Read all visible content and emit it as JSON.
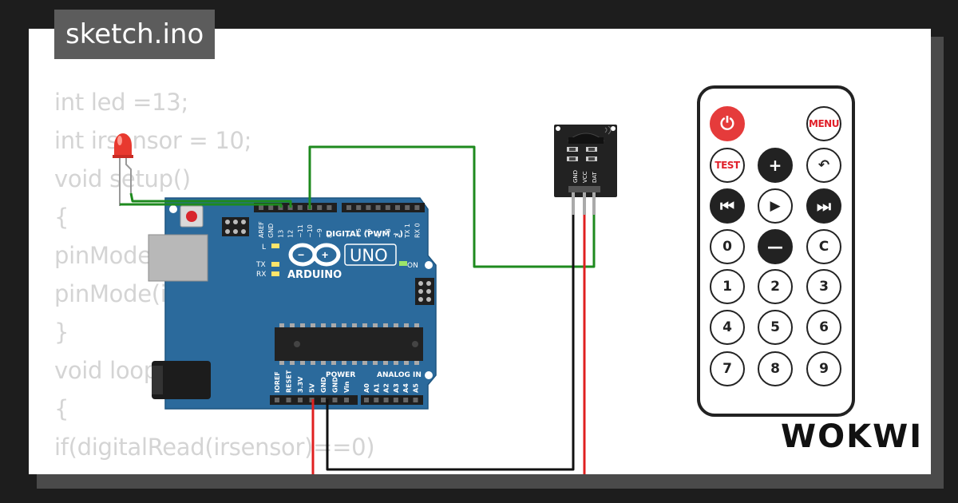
{
  "tab": {
    "title": "sketch.ino"
  },
  "code_lines": [
    "int led =13;",
    "int irsensor = 10;",
    "void setup()",
    "{",
    "pinMode(led, OUTPUT);",
    "pinMode(irsensor, INPUT);",
    "}",
    "void loop()",
    "{",
    "if(digitalRead(irsensor)==0)",
    "{"
  ],
  "board": {
    "logo": "ARDUINO",
    "model": "UNO",
    "digital_label": "DIGITAL (PWM ~)",
    "power_label": "POWER",
    "analog_label": "ANALOG IN",
    "on_label": "ON",
    "l_label": "L",
    "tx_label": "TX",
    "rx_label": "RX",
    "top_pins": [
      "AREF",
      "GND",
      "13",
      "12",
      "~11",
      "~10",
      "~9",
      "8",
      "7",
      "~6",
      "~5",
      "4",
      "~3",
      "2",
      "TX 1",
      "RX 0"
    ],
    "bottom_pins": [
      "IOREF",
      "RESET",
      "3.3V",
      "5V",
      "GND",
      "GND",
      "Vin",
      "A0",
      "A1",
      "A2",
      "A3",
      "A4",
      "A5"
    ]
  },
  "sensor": {
    "pins": [
      "GND",
      "VCC",
      "DAT"
    ]
  },
  "remote": {
    "buttons": [
      {
        "label": "⏻",
        "style": "red",
        "name": "power-button"
      },
      {
        "label": "MENU",
        "style": "redtxt",
        "name": "menu-button"
      },
      {
        "label": "TEST",
        "style": "redtxt",
        "name": "test-button"
      },
      {
        "label": "+",
        "style": "dark",
        "name": "plus-button"
      },
      {
        "label": "↶",
        "style": "light",
        "name": "back-button"
      },
      {
        "label": "⏮",
        "style": "dark",
        "name": "prev-button"
      },
      {
        "label": "▶",
        "style": "light",
        "name": "play-button"
      },
      {
        "label": "⏭",
        "style": "dark",
        "name": "next-button"
      },
      {
        "label": "0",
        "style": "light",
        "name": "digit-0-button"
      },
      {
        "label": "—",
        "style": "dark",
        "name": "minus-button"
      },
      {
        "label": "C",
        "style": "light",
        "name": "clear-button"
      },
      {
        "label": "1",
        "style": "light",
        "name": "digit-1-button"
      },
      {
        "label": "2",
        "style": "light",
        "name": "digit-2-button"
      },
      {
        "label": "3",
        "style": "light",
        "name": "digit-3-button"
      },
      {
        "label": "4",
        "style": "light",
        "name": "digit-4-button"
      },
      {
        "label": "5",
        "style": "light",
        "name": "digit-5-button"
      },
      {
        "label": "6",
        "style": "light",
        "name": "digit-6-button"
      },
      {
        "label": "7",
        "style": "light",
        "name": "digit-7-button"
      },
      {
        "label": "8",
        "style": "light",
        "name": "digit-8-button"
      },
      {
        "label": "9",
        "style": "light",
        "name": "digit-9-button"
      }
    ]
  },
  "brand": {
    "name": "WOKWI"
  },
  "colors": {
    "board": "#2b6a9c",
    "wire_green": "#1e8a1e",
    "wire_red": "#e02020",
    "wire_black": "#111111",
    "led": "#e8392f"
  }
}
